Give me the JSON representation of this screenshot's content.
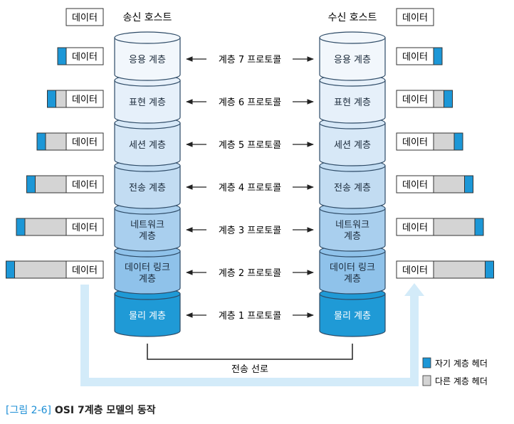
{
  "sender": {
    "title": "송신 호스트",
    "data_label": "데이터"
  },
  "receiver": {
    "title": "수신 호스트",
    "data_label": "데이터"
  },
  "layers": [
    {
      "name": "응용 계층",
      "protocol": "계층 7 프로토콜",
      "color": "#f2f7fc"
    },
    {
      "name": "표현 계층",
      "protocol": "계층 6 프로토콜",
      "color": "#e6f0fa"
    },
    {
      "name": "세션 계층",
      "protocol": "계층 5 프로토콜",
      "color": "#d7e8f7"
    },
    {
      "name": "전송 계층",
      "protocol": "계층 4 프로토콜",
      "color": "#c2dcf2"
    },
    {
      "name": "네트워크\n계층",
      "protocol": "계층 3 프로토콜",
      "color": "#a9cfee"
    },
    {
      "name": "데이터 링크\n계층",
      "protocol": "계층 2 프로토콜",
      "color": "#8fc2ea"
    },
    {
      "name": "물리 계층",
      "protocol": "계층 1 프로토콜",
      "color": "#1f9ad6"
    }
  ],
  "packet_label": "데이터",
  "medium_label": "전송 선로",
  "legend": {
    "own_header": "자기 계층 헤더",
    "other_header": "다른 계층 헤더"
  },
  "colors": {
    "own_header": "#1c97d7",
    "other_header": "#d4d4d4",
    "flow_arrow": "#d3ebf9",
    "cylinder_stroke": "#2d4a66"
  },
  "caption": {
    "figure": "[그림 2-6]",
    "text": "OSI 7계층 모델의 동작"
  }
}
